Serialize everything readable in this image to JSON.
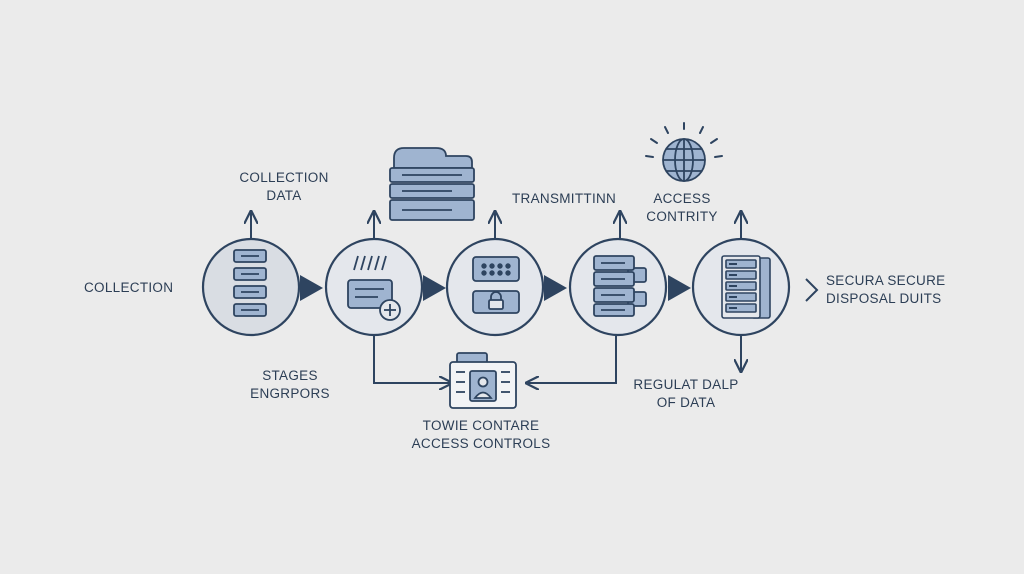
{
  "labels": {
    "collection": "COLLECTION",
    "collection_data_1": "COLLECTION",
    "collection_data_2": "DATA",
    "stages_1": "STAGES",
    "stages_2": "ENGRPORS",
    "transmitting": "TRANSMITTINN",
    "access_1": "ACCESS",
    "access_2": "CONTRITY",
    "regular_1": "REGULAT DALP",
    "regular_2": "OF DATA",
    "tovie_1": "TOWIE CONTARE",
    "tovie_2": "ACCESS CONTROLS",
    "secure_1": "SECURA SECURE",
    "secure_2": "DISPOSAL DUITS"
  },
  "stage_icons": [
    "server-stack-icon",
    "document-add-icon",
    "lock-panel-icon",
    "server-rack-icon",
    "data-rack-icon"
  ],
  "extra_icons": [
    "storage-unit-icon",
    "globe-icon",
    "id-card-icon"
  ],
  "colors": {
    "background": "#ebebeb",
    "outline": "#2e4460",
    "circle_fill": "#e4e7ec",
    "circle_fill_first": "#d9dde3",
    "icon_fill": "#9fb4d0",
    "arrow": "#2e4460",
    "text": "#2c3e55"
  }
}
